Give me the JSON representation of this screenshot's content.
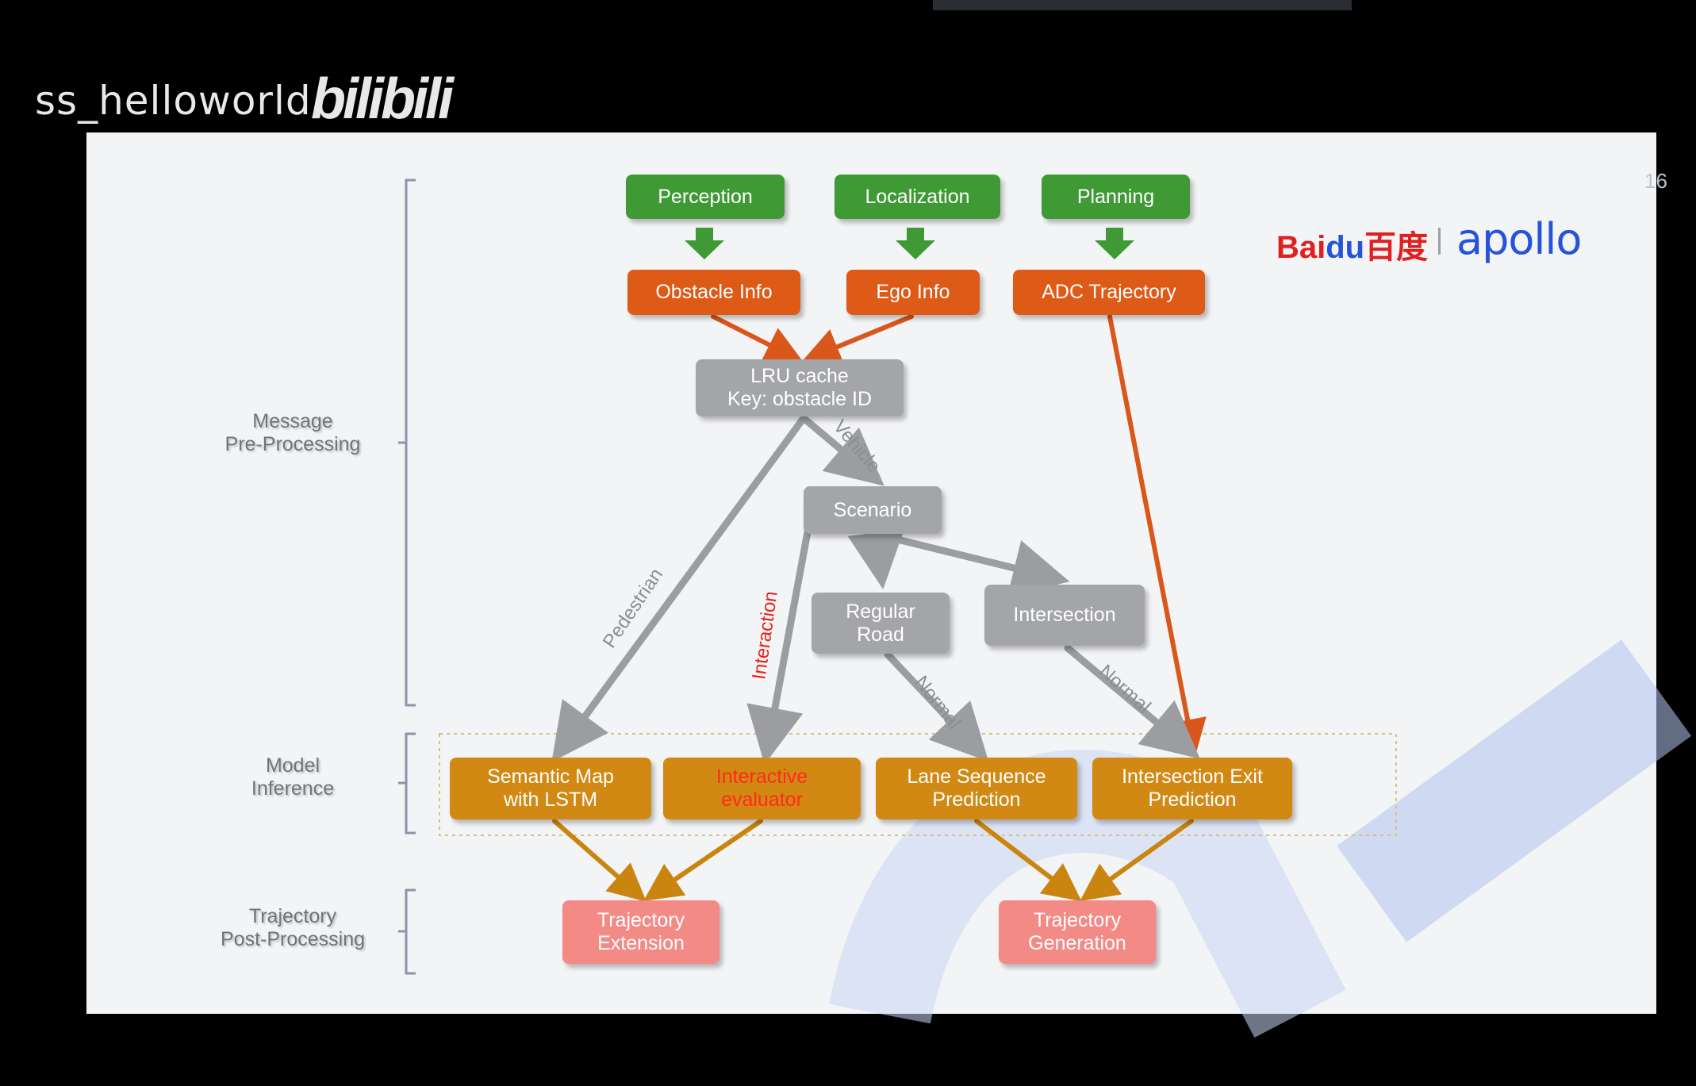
{
  "watermark": {
    "user": "ss_helloworld",
    "brand": "bilibili"
  },
  "slide": {
    "page_number": "16"
  },
  "logo": {
    "baidu": "Bai",
    "baidu_du": "du",
    "baidu_zh": "百度",
    "apollo": "apollo"
  },
  "stages": {
    "preprocessing": "Message\nPre-Processing",
    "inference": "Model\nInference",
    "postprocessing": "Trajectory\nPost-Processing"
  },
  "inputs": {
    "perception": "Perception",
    "localization": "Localization",
    "planning": "Planning"
  },
  "info": {
    "obstacle": "Obstacle Info",
    "ego": "Ego Info",
    "adc": "ADC Trajectory"
  },
  "cache": {
    "line1": "LRU cache",
    "line2": "Key: obstacle ID"
  },
  "scenario": {
    "label": "Scenario",
    "regular": "Regular\nRoad",
    "intersection": "Intersection"
  },
  "edges": {
    "vehicle": "Vehicle",
    "pedestrian": "Pedestrian",
    "interaction": "Interaction",
    "normal1": "Normal",
    "normal2": "Normal"
  },
  "evaluators": {
    "semantic": "Semantic Map\nwith LSTM",
    "interactive": "Interactive\nevaluator",
    "lane": "Lane Sequence\nPrediction",
    "intersection_exit": "Intersection Exit\nPrediction"
  },
  "outputs": {
    "extension": "Trajectory\nExtension",
    "generation": "Trajectory\nGeneration"
  },
  "colors": {
    "input": "#3f9a36",
    "info": "#de5a17",
    "cache": "#a3a5a8",
    "evaluator": "#d18914",
    "output": "#f48a86",
    "interaction": "#e8231a"
  }
}
